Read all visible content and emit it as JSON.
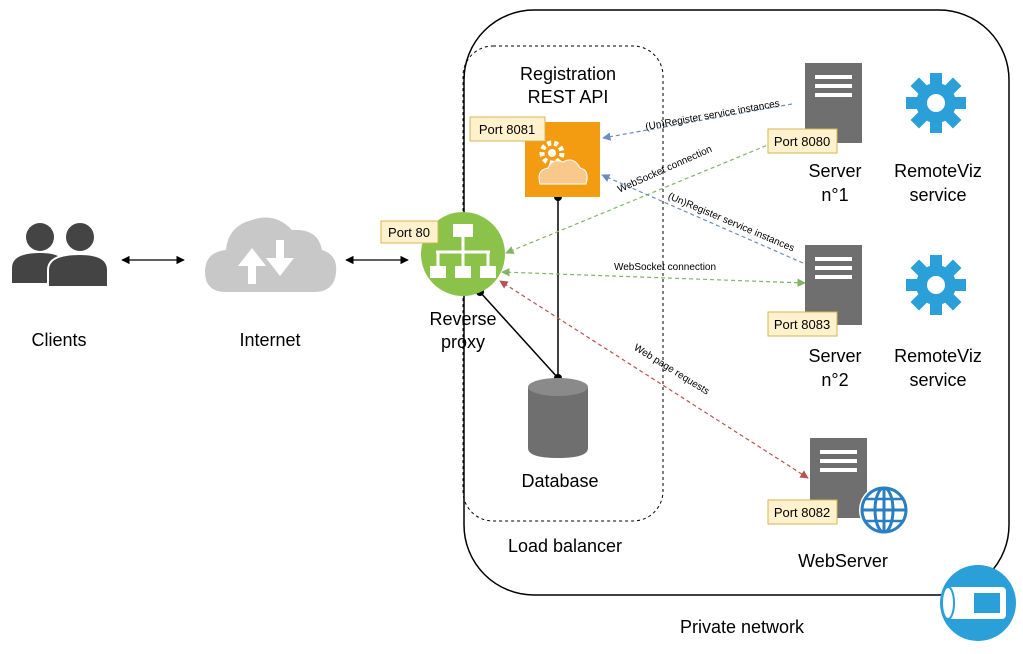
{
  "nodes": {
    "clients": "Clients",
    "internet": "Internet",
    "reverse_proxy": [
      "Reverse",
      "proxy"
    ],
    "registration_api": [
      "Registration",
      "REST API"
    ],
    "database": "Database",
    "load_balancer": "Load balancer",
    "private_network": "Private network",
    "server1": [
      "Server",
      "n°1"
    ],
    "server2": [
      "Server",
      "n°2"
    ],
    "remoteviz1": [
      "RemoteViz",
      "service"
    ],
    "remoteviz2": [
      "RemoteViz",
      "service"
    ],
    "webserver": "WebServer"
  },
  "ports": {
    "proxy": "Port 80",
    "registration": "Port 8081",
    "server1": "Port 8080",
    "server2": "Port 8083",
    "webserver": "Port 8082"
  },
  "edges": {
    "register1": "(Un)Register service instances",
    "websocket1": "WebSocket connection",
    "register2": "(Un)Register service instances",
    "websocket2": "WebSocket connection",
    "webpage": "Web page requests"
  },
  "colors": {
    "proxy_green": "#8bc34a",
    "api_orange": "#f39c12",
    "server_gray": "#6f6f6f",
    "gear_blue": "#2a9fd8",
    "port_fill": "#fff2cc",
    "port_stroke": "#d6b656",
    "register_edge": "#6c8ebf",
    "websocket_edge": "#82b366",
    "webpage_edge": "#b85450"
  }
}
